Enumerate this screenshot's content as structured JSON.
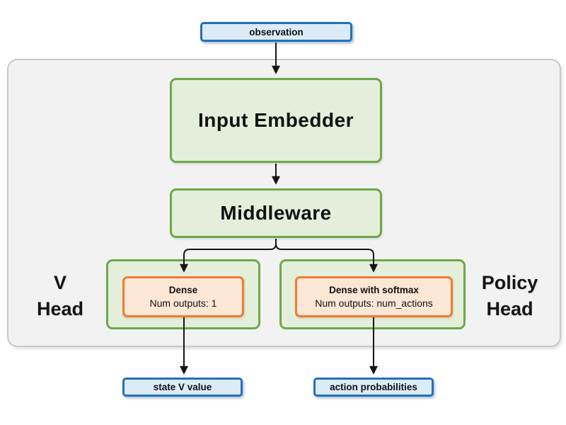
{
  "colors": {
    "blue_border": "#2371b9",
    "blue_fill": "#dcebf8",
    "green_border": "#6caa47",
    "green_fill": "#e4efdb",
    "orange_border": "#ed7d31",
    "orange_fill": "#fce6d5",
    "container_fill": "#f2f2f3",
    "container_border": "#c9c9c9",
    "arrow": "#151515"
  },
  "input": {
    "observation": "observation"
  },
  "network": {
    "input_embedder": "Input Embedder",
    "middleware": "Middleware",
    "v_head": {
      "label": [
        "V",
        "Head"
      ],
      "dense": {
        "title": "Dense",
        "outputs": "Num outputs: 1"
      }
    },
    "policy_head": {
      "label": [
        "Policy",
        "Head"
      ],
      "dense": {
        "title": "Dense with softmax",
        "outputs": "Num outputs: num_actions"
      }
    }
  },
  "outputs": {
    "state_v_value": "state V value",
    "action_probabilities": "action probabilities"
  }
}
